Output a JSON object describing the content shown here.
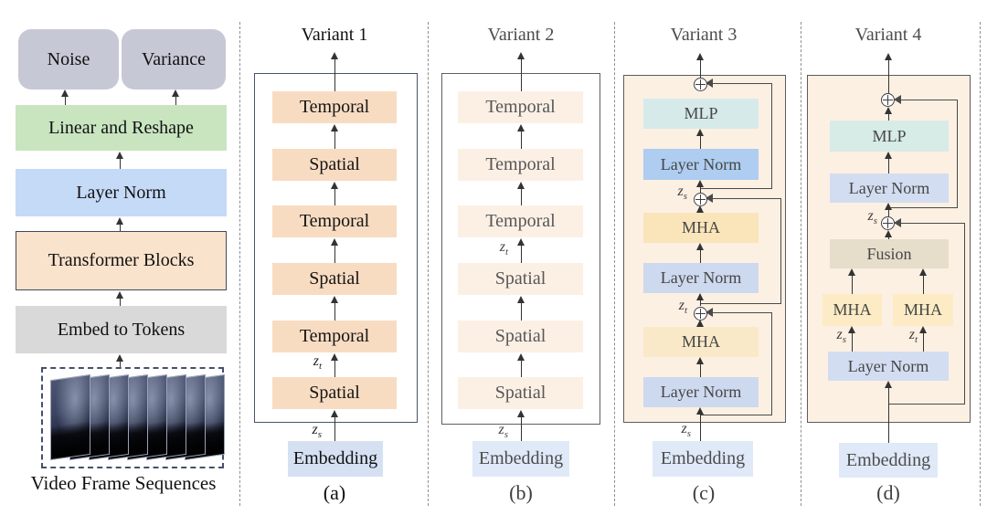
{
  "left": {
    "noise": "Noise",
    "variance": "Variance",
    "linear": "Linear and Reshape",
    "layernorm": "Layer Norm",
    "transformer": "Transformer Blocks",
    "embed": "Embed to Tokens",
    "caption": "Video Frame Sequences"
  },
  "v1": {
    "title": "Variant 1",
    "blocks": [
      "Temporal",
      "Spatial",
      "Temporal",
      "Spatial",
      "Temporal",
      "Spatial"
    ],
    "zt": {
      "base": "z",
      "sub": "t"
    },
    "zs": {
      "base": "z",
      "sub": "s"
    },
    "embedding": "Embedding",
    "caption": "(a)"
  },
  "v2": {
    "title": "Variant 2",
    "blocks": [
      "Temporal",
      "Temporal",
      "Temporal",
      "Spatial",
      "Spatial",
      "Spatial"
    ],
    "zt": {
      "base": "z",
      "sub": "t"
    },
    "zs": {
      "base": "z",
      "sub": "s"
    },
    "embedding": "Embedding",
    "caption": "(b)"
  },
  "v3": {
    "title": "Variant 3",
    "mlp": "MLP",
    "ln1": "Layer Norm",
    "mha1": "MHA",
    "ln2": "Layer Norm",
    "mha2": "MHA",
    "ln3": "Layer Norm",
    "zs": {
      "base": "z",
      "sub": "s"
    },
    "zt": {
      "base": "z",
      "sub": "t"
    },
    "zs_in": {
      "base": "z",
      "sub": "s"
    },
    "embedding": "Embedding",
    "caption": "(c)"
  },
  "v4": {
    "title": "Variant 4",
    "mlp": "MLP",
    "ln1": "Layer Norm",
    "fusion": "Fusion",
    "mha_left": "MHA",
    "mha_right": "MHA",
    "ln2": "Layer Norm",
    "zs_top": {
      "base": "z",
      "sub": "s"
    },
    "zs_branch": {
      "base": "z",
      "sub": "s"
    },
    "zt_branch": {
      "base": "z",
      "sub": "t"
    },
    "embedding": "Embedding",
    "caption": "(d)"
  },
  "colors": {
    "lavender": "#c6c8d5",
    "green": "#c8e5c0",
    "blue": "#c5daf7",
    "peach": "#fae3cc",
    "navy_border": "#3e4a5e",
    "gray": "#d9d9d9",
    "v1_peach": "#f8dcc2",
    "v2_pale_peach": "#fcf0e5",
    "v3_cream": "#fcf0e3",
    "mlp_teal": "#d7eaea",
    "mha_amber": "#fae5bd",
    "layer_norm_blue": "#aecdf0",
    "fusion_tan": "#e6ddcb",
    "embedding_blue": "#dfe9f8"
  }
}
